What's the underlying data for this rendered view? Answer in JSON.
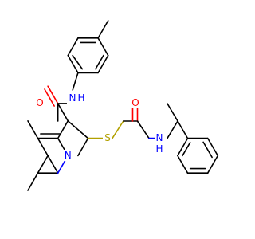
{
  "molecule": {
    "atom_labels": {
      "amide_n": "N",
      "amide_h": "H",
      "carbonyl_o1": "O",
      "carbonyl_o2": "O",
      "thioether_s": "S",
      "pyridine_n": "N",
      "amine_n": "N",
      "amine_h": "H"
    },
    "colors": {
      "carbon_bond": "#000000",
      "nitrogen": "#0000ff",
      "oxygen": "#ff0000",
      "sulfur": "#b2a000"
    }
  }
}
